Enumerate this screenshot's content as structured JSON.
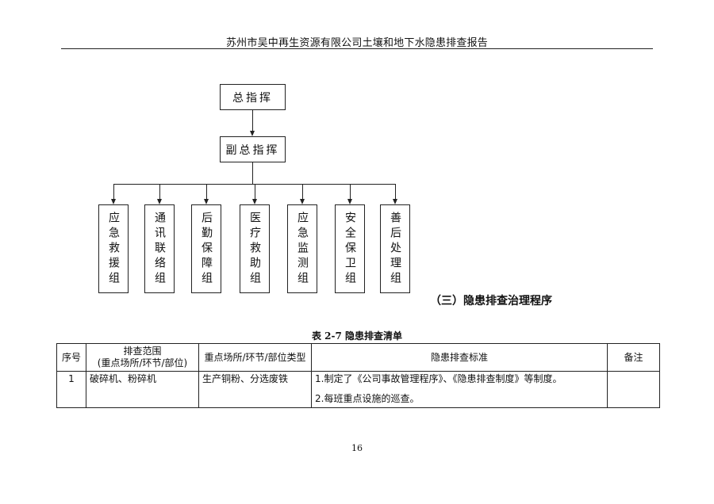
{
  "header": {
    "title": "苏州市吴中再生资源有限公司土壤和地下水隐患排查报告"
  },
  "org_chart": {
    "top": "总指挥",
    "deputy": "副总指挥",
    "groups": [
      "应急救援组",
      "通讯联络组",
      "后勤保障组",
      "医疗救助组",
      "应急监测组",
      "安全保卫组",
      "善后处理组"
    ]
  },
  "section": {
    "heading": "（三）隐患排查治理程序"
  },
  "table": {
    "caption": "表 2-7 隐患排查清单",
    "headers": {
      "col1": "序号",
      "col2_line1": "排查范围",
      "col2_line2": "(重点场所/环节/部位)",
      "col3": "重点场所/环节/部位类型",
      "col4": "隐患排查标准",
      "col5": "备注"
    },
    "rows": [
      {
        "no": "1",
        "scope": "破碎机、粉碎机",
        "type": "生产铜粉、分选废铁",
        "standard_1": "1.制定了《公司事故管理程序》、《隐患排查制度》等制度。",
        "standard_2": "2.每班重点设施的巡查。",
        "remark": ""
      }
    ]
  },
  "page": {
    "number": "16"
  }
}
